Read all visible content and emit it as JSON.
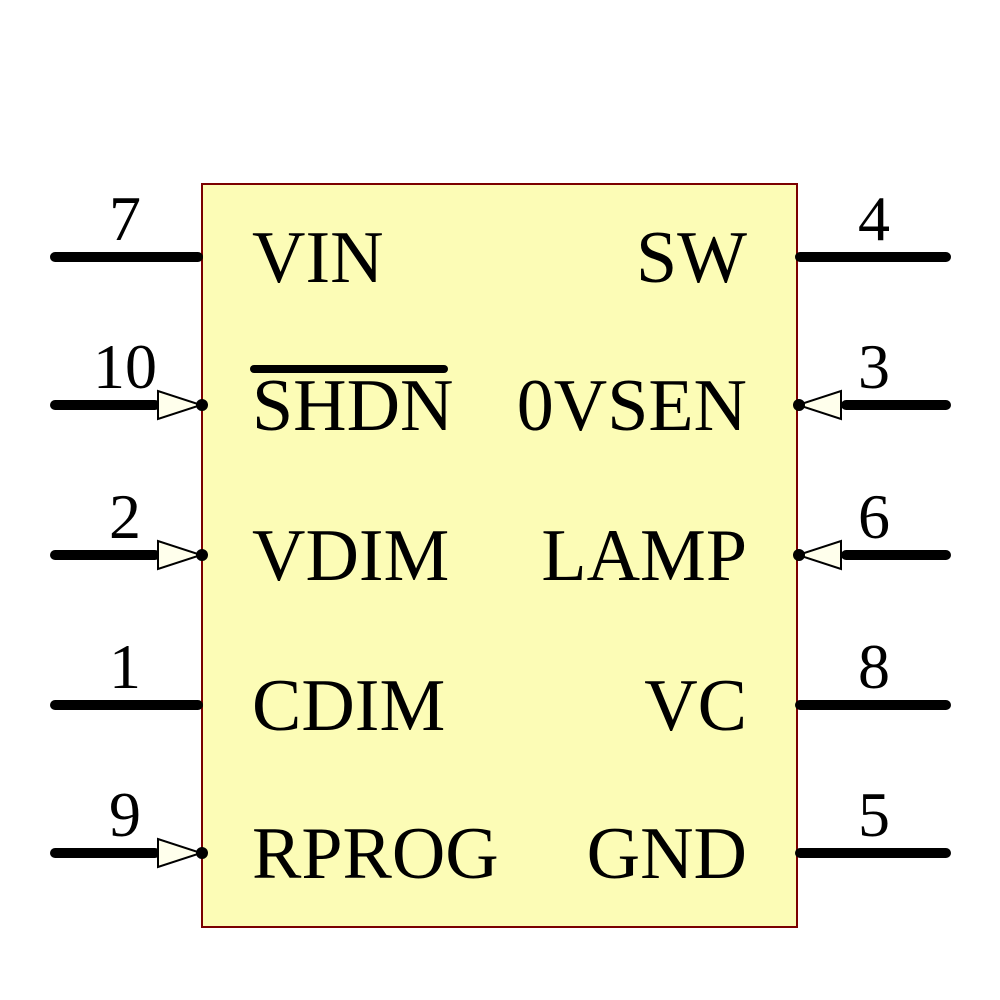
{
  "diagram": {
    "type": "ic-schematic-symbol",
    "colors": {
      "background": "#FFFFFF",
      "body_fill": "#FCFCB6",
      "body_border": "#7B0000",
      "pin_line": "#000000",
      "text": "#000000",
      "arrow_fill": "#FFFFEC"
    },
    "left_pins": [
      {
        "number": "7",
        "name": "VIN",
        "arrow": false,
        "overline": false
      },
      {
        "number": "10",
        "name": "SHDN",
        "arrow": true,
        "overline": true
      },
      {
        "number": "2",
        "name": "VDIM",
        "arrow": true,
        "overline": false
      },
      {
        "number": "1",
        "name": "CDIM",
        "arrow": false,
        "overline": false
      },
      {
        "number": "9",
        "name": "RPROG",
        "arrow": true,
        "overline": false
      }
    ],
    "right_pins": [
      {
        "number": "4",
        "name": "SW",
        "arrow": false,
        "overline": false
      },
      {
        "number": "3",
        "name": "0VSEN",
        "arrow": true,
        "overline": false
      },
      {
        "number": "6",
        "name": "LAMP",
        "arrow": true,
        "overline": false
      },
      {
        "number": "8",
        "name": "VC",
        "arrow": false,
        "overline": false
      },
      {
        "number": "5",
        "name": "GND",
        "arrow": false,
        "overline": false
      }
    ]
  }
}
